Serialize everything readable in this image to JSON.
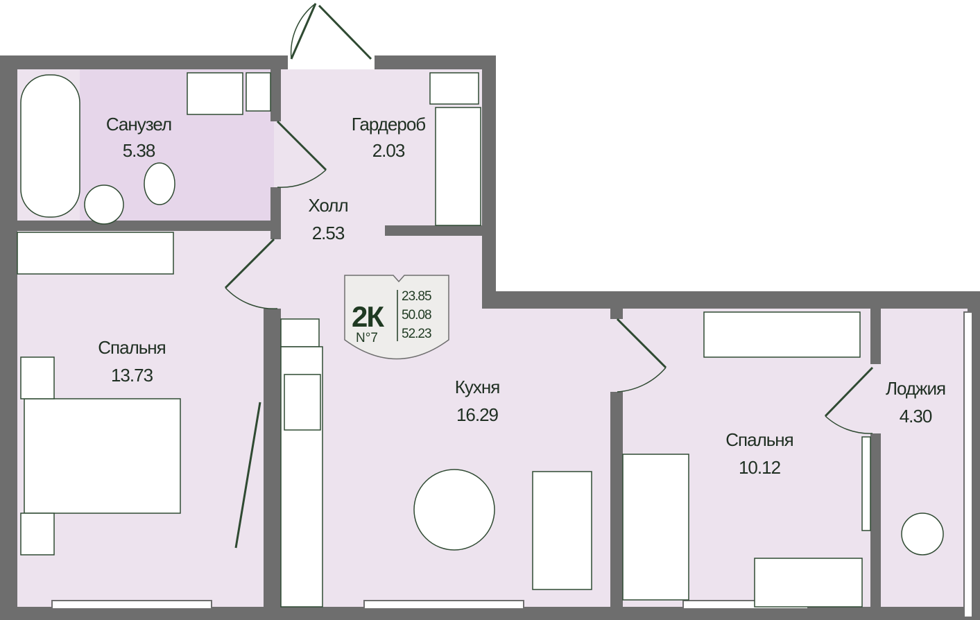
{
  "colors": {
    "wall": "#6e6e6e",
    "floor": "#ede3ee",
    "line": "#2f4a32",
    "badge": "#eeedeb",
    "text": "#1f2f22"
  },
  "rooms": [
    {
      "name": "Санузел",
      "area": "5.38"
    },
    {
      "name": "Гардероб",
      "area": "2.03"
    },
    {
      "name": "Холл",
      "area": "2.53"
    },
    {
      "name": "Спальня",
      "area": "13.73"
    },
    {
      "name": "Кухня",
      "area": "16.29"
    },
    {
      "name": "Спальня",
      "area": "10.12"
    },
    {
      "name": "Лоджия",
      "area": "4.30"
    }
  ],
  "badge": {
    "type": "2К",
    "number": "N°7",
    "living_area": "23.85",
    "total_area": "50.08",
    "area_with_loggia": "52.23"
  }
}
